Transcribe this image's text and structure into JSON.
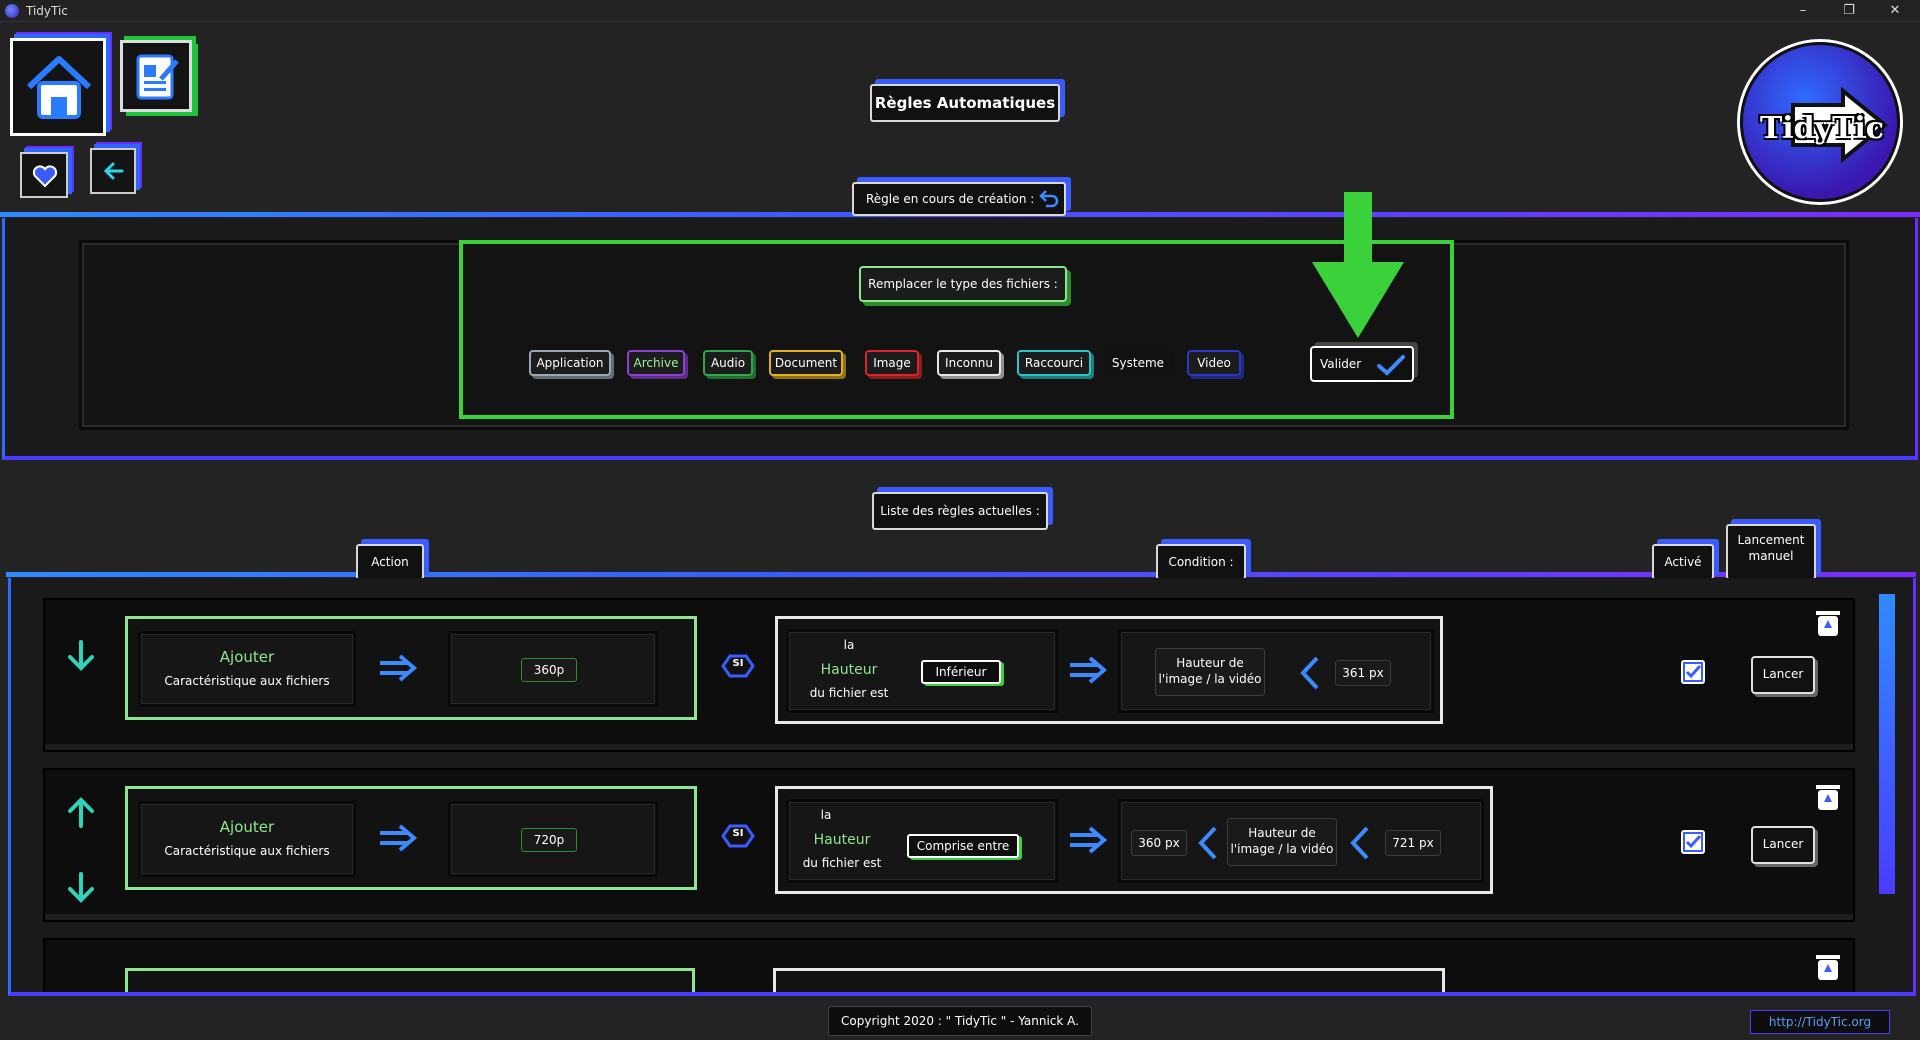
{
  "window": {
    "title": "TidyTic",
    "minimize": "–",
    "maximize": "❐",
    "close": "✕"
  },
  "header": {
    "page_title": "Règles Automatiques",
    "logo_text": "TidyTic"
  },
  "creation": {
    "tab_label": "Règle en cours de création :",
    "prompt": "Remplacer le type des fichiers :",
    "types": [
      {
        "label": "Application",
        "color": "#9aa7b5"
      },
      {
        "label": "Archive",
        "color": "#8c3fd0"
      },
      {
        "label": "Audio",
        "color": "#2fa84a"
      },
      {
        "label": "Document",
        "color": "#e3b21b"
      },
      {
        "label": "Image",
        "color": "#d9262c"
      },
      {
        "label": "Inconnu",
        "color": "#e8e8e8"
      },
      {
        "label": "Raccourci",
        "color": "#28c4c8"
      },
      {
        "label": "Systeme",
        "color": "#1a1a1a"
      },
      {
        "label": "Video",
        "color": "#2b37c4"
      }
    ],
    "validate_label": "Valider"
  },
  "list": {
    "title": "Liste des règles actuelles :",
    "headers": {
      "action": "Action",
      "condition": "Condition :",
      "active": "Activé",
      "manual": "Lancement manuel"
    },
    "si_label": "SI",
    "rules": [
      {
        "action_verb": "Ajouter",
        "action_target": "Caractéristique aux fichiers",
        "action_value": "360p",
        "cond_pre": "la",
        "cond_attr": "Hauteur",
        "cond_post": "du fichier est",
        "cond_op": "Inférieur",
        "cond_subject": "Hauteur de l'image / la vidéo",
        "cond_low": "",
        "cond_high": "361 px",
        "active": true,
        "run_label": "Lancer"
      },
      {
        "action_verb": "Ajouter",
        "action_target": "Caractéristique aux fichiers",
        "action_value": "720p",
        "cond_pre": "la",
        "cond_attr": "Hauteur",
        "cond_post": "du fichier est",
        "cond_op": "Comprise entre",
        "cond_subject": "Hauteur de l'image / la vidéo",
        "cond_low": "360 px",
        "cond_high": "721 px",
        "active": true,
        "run_label": "Lancer"
      }
    ]
  },
  "footer": {
    "copyright": "Copyright 2020 : \" TidyTic \" - Yannick A.",
    "url": "http://TidyTic.org"
  },
  "colors": {
    "accent_blue": "#2f8bff",
    "accent_purple": "#7a2cff",
    "highlight_green": "#3ad13a",
    "text_green": "#8ee68e"
  }
}
